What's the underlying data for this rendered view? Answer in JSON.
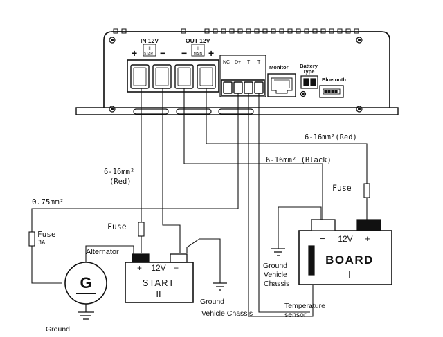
{
  "controller": {
    "in_label": "IN 12V",
    "in_badge_top": "II",
    "in_badge_bottom": "START",
    "out_label": "OUT 12V",
    "out_badge_top": "I",
    "out_badge_bottom": "MAIN",
    "in_plus": "+",
    "in_minus": "−",
    "out_minus": "−",
    "out_plus": "+",
    "terminals": [
      "NC",
      "D+",
      "T",
      "T"
    ],
    "monitor_label": "Monitor",
    "battery_type_line1": "Battery",
    "battery_type_line2": "Type",
    "bluetooth_label": "Bluetooth"
  },
  "wires": {
    "red_main": "6-16mm²(Red)",
    "black_main": "6-16mm² (Black)",
    "red_start_size": "6-16mm²",
    "red_start_color": "(Red)",
    "signal_wire": "0.75mm²"
  },
  "fuses": {
    "alternator_fuse_line1": "Fuse",
    "alternator_fuse_line2": "3A",
    "start_fuse": "Fuse",
    "board_fuse": "Fuse"
  },
  "alternator": {
    "label": "Alternator",
    "symbol": "G",
    "ground": "Ground"
  },
  "start_battery": {
    "plus": "+",
    "voltage": "12V",
    "minus": "−",
    "name": "START",
    "numeral": "II",
    "ground_line1": "Ground",
    "ground_line2": "Vehicle  Chassis"
  },
  "board_battery": {
    "minus": "−",
    "voltage": "12V",
    "plus": "+",
    "name": "BOARD",
    "numeral": "I",
    "ground_line1": "Ground",
    "ground_line2": "Vehicle",
    "ground_line3": "Chassis",
    "sensor_line1": "Temperature",
    "sensor_line2": "sensor"
  },
  "colors": {
    "line": "#111111",
    "terminal_fill": "#111111",
    "background": "#ffffff"
  }
}
